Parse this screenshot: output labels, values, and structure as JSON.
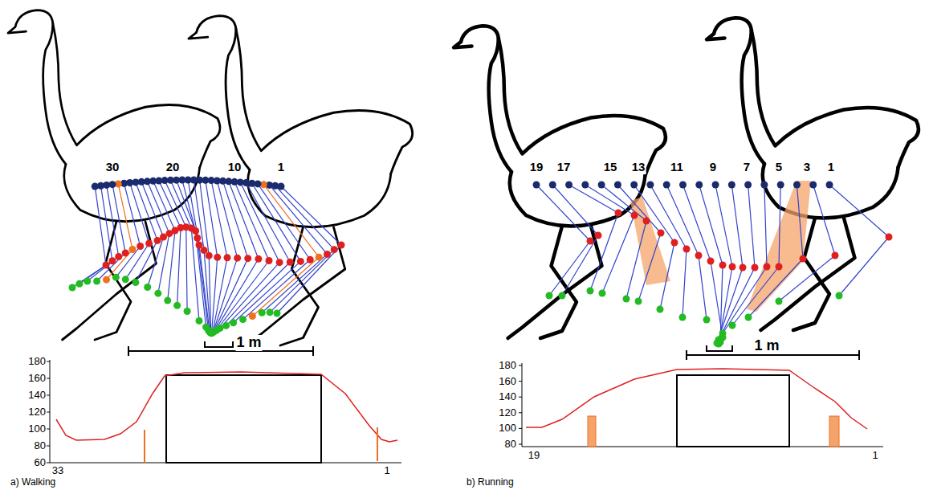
{
  "diagram": {
    "labels": [
      "30",
      "20",
      "10",
      "1",
      "1 m",
      "180",
      "160",
      "140",
      "120",
      "100",
      "80",
      "60",
      "33",
      "1",
      "a) Walking",
      "19",
      "17",
      "15",
      "13",
      "11",
      "9",
      "7",
      "5",
      "3",
      "1",
      "1 m",
      "180",
      "160",
      "140",
      "120",
      "100",
      "80",
      "19",
      "1",
      "b) Running"
    ]
  }
}
